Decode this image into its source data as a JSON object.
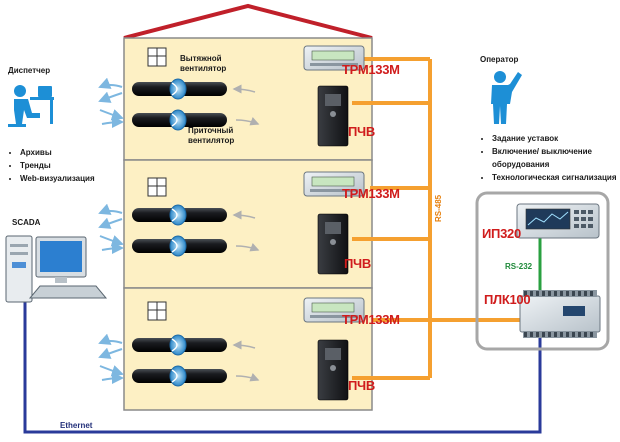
{
  "labels": {
    "exhaust_fan": "Вытяжной\nвентилятор",
    "supply_fan": "Приточный\nвентилятор",
    "trm_1": "ТРМ133М",
    "trm_2": "ТРМ133М",
    "trm_3": "ТРМ133М",
    "pchv_1": "ПЧВ",
    "pchv_2": "ПЧВ",
    "pchv_3": "ПЧВ",
    "dispatcher": "Диспетчер",
    "operator": "Оператор",
    "scada": "SCADA",
    "rs485": "RS-485",
    "rs232": "RS-232",
    "ethernet": "Ethernet",
    "ip320": "ИП320",
    "plc100": "ПЛК100"
  },
  "dispatcher_functions": [
    "Архивы",
    "Тренды",
    "Web-визуализация"
  ],
  "operator_functions": [
    "Задание уставок",
    "Включение/ выключение оборудования",
    "Технологическая сигнализация"
  ],
  "colors": {
    "roof": "#c0202a",
    "floor_fill": "#fdf0c4",
    "rs485_line": "#f5a030",
    "ethernet_line": "#2a3a9a",
    "rs232_line": "#2aa040",
    "person": "#1d8fd6"
  }
}
